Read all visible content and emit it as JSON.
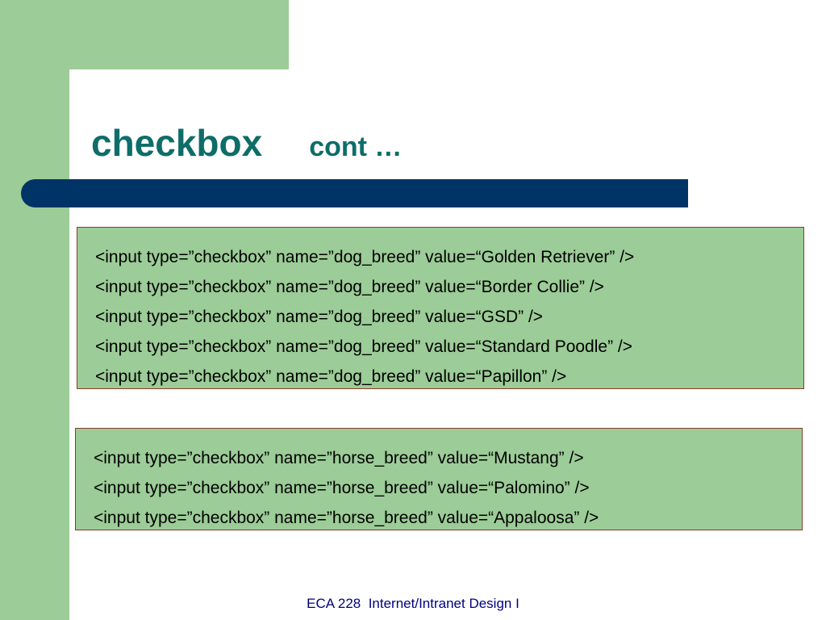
{
  "slide": {
    "title": "checkbox",
    "subtitle": "cont …",
    "dog_lines": [
      "<input type=”checkbox” name=”dog_breed” value=“Golden Retriever” />",
      "<input type=”checkbox” name=”dog_breed” value=“Border Collie” />",
      "<input type=”checkbox” name=”dog_breed” value=“GSD” />",
      "<input type=”checkbox” name=”dog_breed” value=“Standard Poodle” />",
      "<input type=”checkbox” name=”dog_breed” value=“Papillon” />"
    ],
    "horse_lines": [
      "<input type=”checkbox” name=”horse_breed” value=“Mustang” />",
      "<input type=”checkbox” name=”horse_breed” value=“Palomino” />",
      "<input type=”checkbox” name=”horse_breed” value=“Appaloosa” />"
    ],
    "footer": "ECA 228  Internet/Intranet Design I"
  },
  "colors": {
    "accent_green": "#9ccc97",
    "title_text": "#0e6d68",
    "title_bar": "#003366",
    "box_border": "#8b3a2a",
    "footer_text": "#000080"
  }
}
